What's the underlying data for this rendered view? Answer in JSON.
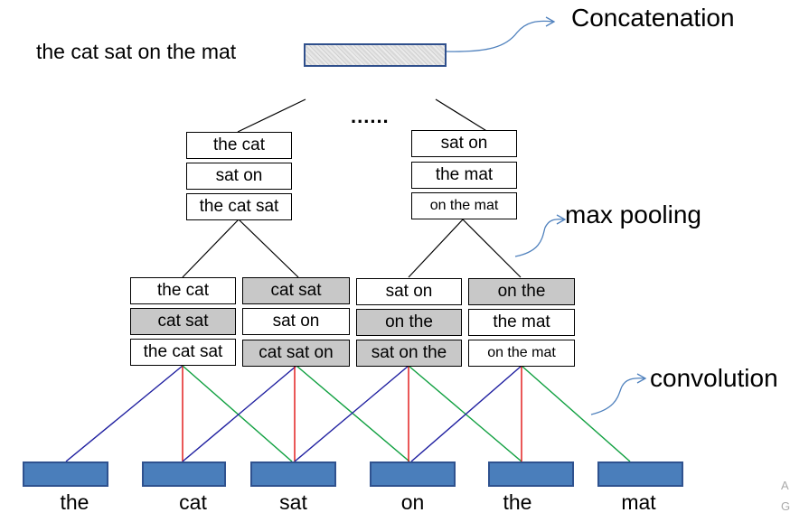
{
  "sentence": "the cat sat on the mat",
  "labels": {
    "concatenation": "Concatenation",
    "max_pooling": "max pooling",
    "convolution": "convolution",
    "ellipsis": "......"
  },
  "pooled": {
    "left": [
      "the cat",
      "sat on",
      "the cat sat"
    ],
    "right": [
      "sat on",
      "the mat",
      "on the mat"
    ]
  },
  "conv_groups": [
    {
      "cells": [
        "the cat",
        "cat sat",
        "the cat sat"
      ],
      "gray": [
        false,
        true,
        false
      ]
    },
    {
      "cells": [
        "cat sat",
        "sat on",
        "cat sat on"
      ],
      "gray": [
        true,
        false,
        true
      ]
    },
    {
      "cells": [
        "sat on",
        "on the",
        "sat on the"
      ],
      "gray": [
        false,
        true,
        true
      ]
    },
    {
      "cells": [
        "on the",
        "the mat",
        "on the mat"
      ],
      "gray": [
        true,
        false,
        false
      ]
    }
  ],
  "words": [
    "the",
    "cat",
    "sat",
    "on",
    "the",
    "mat"
  ],
  "edge_text": {
    "a": "A",
    "b": "G"
  },
  "colors": {
    "word_box": "#4a7ebb",
    "arrow": "#4f81bd",
    "conv_blue": "#1f1fa0",
    "conv_red": "#e01010",
    "conv_green": "#10a040",
    "gray_cell": "#c8c8c8"
  }
}
